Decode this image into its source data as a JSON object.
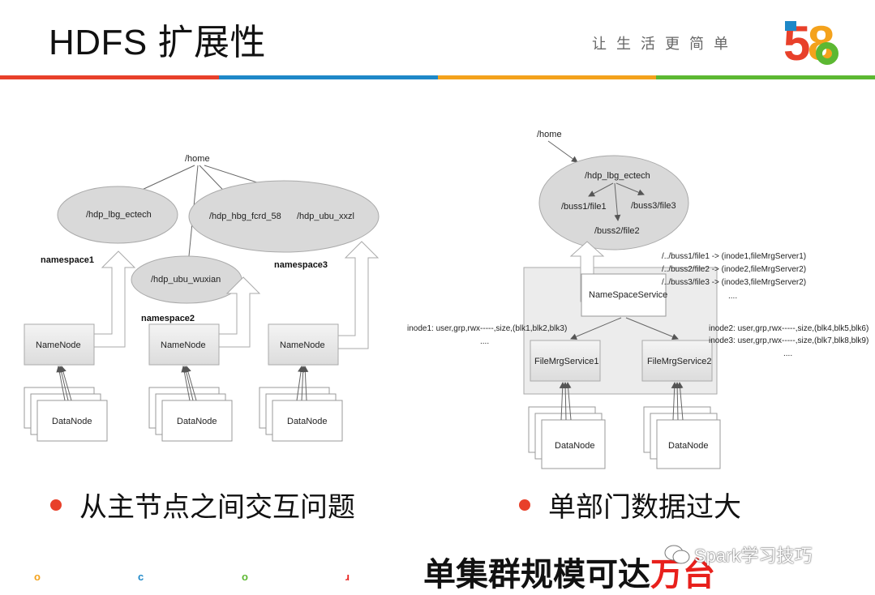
{
  "slide": {
    "title": "HDFS 扩展性",
    "slogan": "让生活更简单",
    "logo_text": "58",
    "stripe_colors": [
      "#e8402a",
      "#1e88c8",
      "#f4a21c",
      "#5cb832"
    ]
  },
  "left_diagram": {
    "root": "/home",
    "ns_labels": [
      "namespace1",
      "namespace2",
      "namespace3"
    ],
    "ellipses": [
      "/hdp_lbg_ectech",
      "/hdp_hbg_fcrd_58",
      "/hdp_ubu_xxzl",
      "/hdp_ubu_wuxian"
    ],
    "namenode": "NameNode",
    "datanode": "DataNode"
  },
  "right_diagram": {
    "root": "/home",
    "ellipse_root": "/hdp_lbg_ectech",
    "files": [
      "/buss1/file1",
      "/buss3/file3",
      "/buss2/file2"
    ],
    "mapping_lines": [
      "/../buss1/file1 -> (inode1,fileMrgServer1)",
      "/../buss2/file2 -> (inode2,fileMrgServer2)",
      "/../buss3/file3 -> (inode3,fileMrgServer2)",
      "...."
    ],
    "namespace_service": "NameSpaceService",
    "inode_left": [
      "inode1: user,grp,rwx-----,size,(blk1,blk2,blk3)",
      "...."
    ],
    "inode_right": [
      "inode2: user,grp,rwx-----,size,(blk4,blk5,blk6)",
      "inode3: user,grp,rwx-----,size,(blk7,blk8,blk9)",
      "...."
    ],
    "file_mrg_services": [
      "FileMrgService1",
      "FileMrgService2"
    ],
    "datanode": "DataNode"
  },
  "bullets": [
    "从主节点之间交互问题",
    "单部门数据过大"
  ],
  "footer": {
    "headline_prefix": "单集群规模可达",
    "headline_highlight": "万台",
    "icons": [
      {
        "glyph": "o",
        "color": "#f4a21c"
      },
      {
        "glyph": "c",
        "color": "#1e88c8"
      },
      {
        "glyph": "o",
        "color": "#5cb832"
      },
      {
        "glyph": "ɹ",
        "color": "#e8201c"
      }
    ],
    "watermark": "Spark学习技巧"
  }
}
